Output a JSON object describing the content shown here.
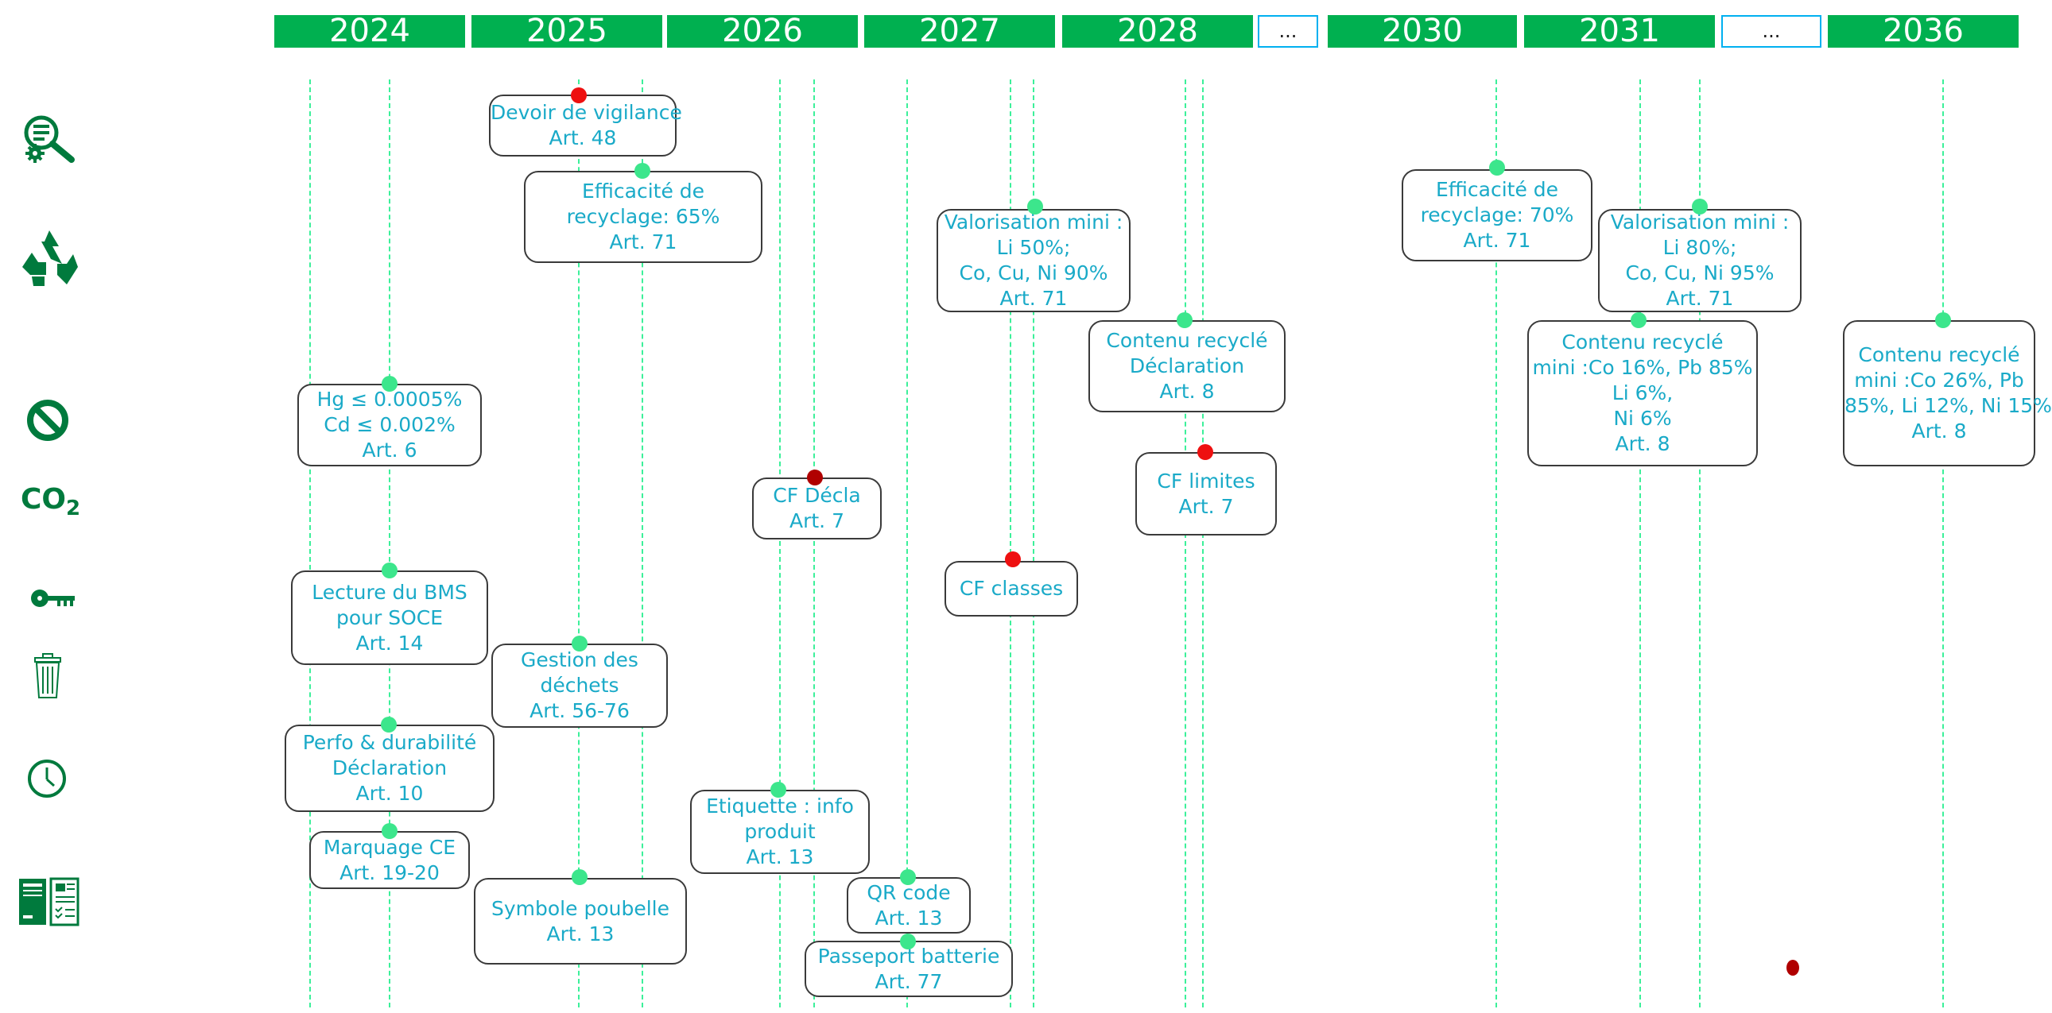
{
  "colors": {
    "year_band": "#00b050",
    "timeline": "#3cf09a",
    "text": "#1aaac8",
    "icon": "#007a3d",
    "milestone_green": "#3ce68c",
    "milestone_red": "#ee1010"
  },
  "timeline": {
    "years": [
      "2024",
      "2025",
      "2026",
      "2027",
      "2028",
      "...",
      "2030",
      "2031",
      "...",
      "2036"
    ]
  },
  "categories": [
    {
      "icon": "due-diligence-search-gear-icon"
    },
    {
      "icon": "recycling-arrows-icon"
    },
    {
      "icon": "prohibited-substances-icon"
    },
    {
      "label": "CO",
      "sub": "2",
      "icon": "co2-carbon-footprint-icon"
    },
    {
      "icon": "key-access-icon"
    },
    {
      "icon": "trash-bin-icon"
    },
    {
      "icon": "clock-durability-icon"
    },
    {
      "icon": "product-passport-label-icon"
    }
  ],
  "milestones": [
    {
      "lines": [
        "Devoir de vigilance",
        "Art. 48"
      ],
      "dot": "red"
    },
    {
      "lines": [
        "Efficacité de",
        "recyclage: 65%",
        "Art. 71"
      ],
      "dot": "green"
    },
    {
      "lines": [
        "Valorisation mini :",
        "Li 50%;",
        "Co, Cu, Ni 90%",
        "Art. 71"
      ],
      "dot": "green"
    },
    {
      "lines": [
        "Efficacité de",
        "recyclage: 70%",
        "Art. 71"
      ],
      "dot": "green"
    },
    {
      "lines": [
        "Valorisation mini :",
        "Li 80%;",
        "Co, Cu, Ni 95%",
        "Art. 71"
      ],
      "dot": "green"
    },
    {
      "lines": [
        "Contenu recyclé",
        "Déclaration",
        "Art. 8"
      ],
      "dot": "green"
    },
    {
      "lines": [
        "Contenu recyclé",
        "mini :Co 16%, Pb 85%",
        "Li 6%,",
        "Ni 6%",
        "Art. 8"
      ],
      "dot": "green"
    },
    {
      "lines": [
        "Contenu recyclé",
        "mini :Co 26%, Pb",
        "85%, Li 12%, Ni 15%",
        "Art. 8"
      ],
      "dot": "green"
    },
    {
      "lines": [
        "Hg ≤ 0.0005%",
        "Cd ≤ 0.002%",
        "Art. 6"
      ],
      "dot": "green"
    },
    {
      "lines": [
        "CF Décla",
        "Art. 7"
      ],
      "dot": "darkred"
    },
    {
      "lines": [
        "CF limites",
        "Art. 7"
      ],
      "dot": "red"
    },
    {
      "lines": [
        "CF classes"
      ],
      "dot": "red"
    },
    {
      "lines": [
        "Lecture du BMS",
        "pour SOCE",
        "Art. 14"
      ],
      "dot": "green"
    },
    {
      "lines": [
        "Gestion des",
        "déchets",
        "Art. 56-76"
      ],
      "dot": "green"
    },
    {
      "lines": [
        "Perfo & durabilité",
        "Déclaration",
        "Art. 10"
      ],
      "dot": "green"
    },
    {
      "lines": [
        "Etiquette : info",
        "produit",
        "Art. 13"
      ],
      "dot": "green"
    },
    {
      "lines": [
        "Marquage CE",
        "Art. 19-20"
      ],
      "dot": "green"
    },
    {
      "lines": [
        "Symbole poubelle",
        "Art. 13"
      ],
      "dot": "green"
    },
    {
      "lines": [
        "QR code",
        "Art. 13"
      ],
      "dot": "green"
    },
    {
      "lines": [
        "Passeport batterie",
        "Art. 77"
      ],
      "dot": "green"
    }
  ],
  "loose_markers": [
    {
      "dot": "darkred"
    }
  ]
}
